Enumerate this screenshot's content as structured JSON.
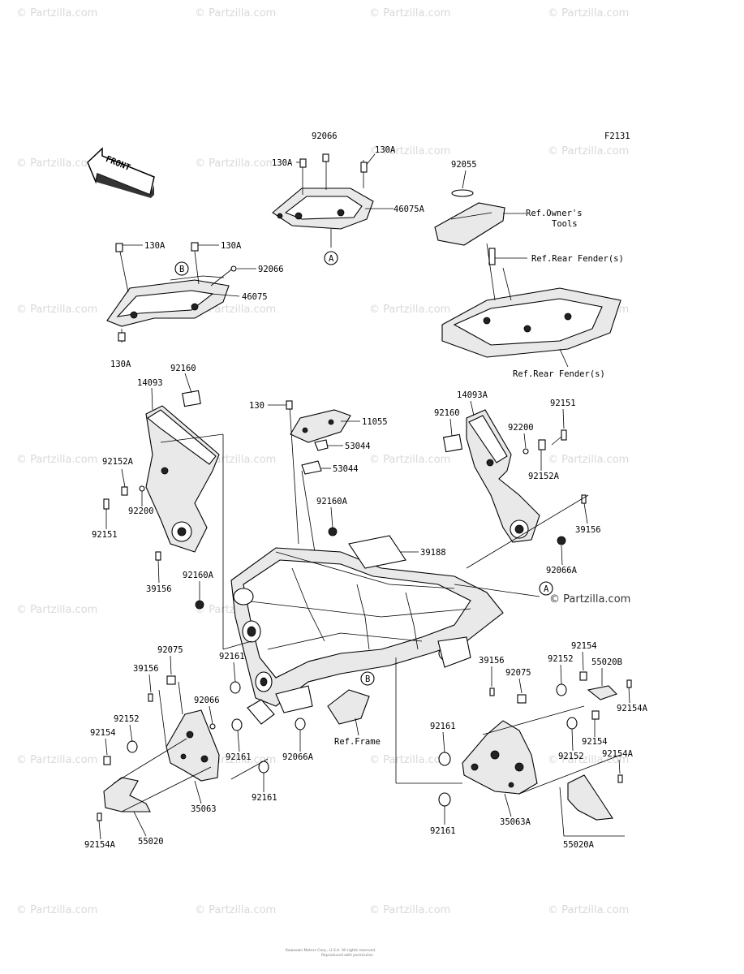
{
  "diagram_code": "F2131",
  "front_label": "FRONT",
  "watermark_text": "© Partzilla.com",
  "main_watermark": "© Partzilla.com",
  "labels": {
    "p92066_top": "92066",
    "p130A_tl": "130A",
    "p130A_tr": "130A",
    "p46075A": "46075A",
    "p92055": "92055",
    "ref_owners_tools_1": "Ref.Owner's",
    "ref_owners_tools_2": "Tools",
    "ref_rear_fender_1": "Ref.Rear Fender(s)",
    "ref_rear_fender_2": "Ref.Rear Fender(s)",
    "p130A_l1": "130A",
    "p130A_l2": "130A",
    "p92066_l": "92066",
    "p46075": "46075",
    "p130A_bot": "130A",
    "p92160_l": "92160",
    "p14093": "14093",
    "p130": "130",
    "p11055": "11055",
    "p53044_1": "53044",
    "p53044_2": "53044",
    "p14093A": "14093A",
    "p92151_r": "92151",
    "p92160_r": "92160",
    "p92200_r": "92200",
    "p92152A_r": "92152A",
    "p92152A_l": "92152A",
    "p92200_l": "92200",
    "p92151_l": "92151",
    "p92160A_c": "92160A",
    "p39156_r": "39156",
    "p39188": "39188",
    "p92066A_r": "92066A",
    "p39156_l": "39156",
    "p92160A_l": "92160A",
    "p92075_l": "92075",
    "p39156_ll": "39156",
    "p92161_c": "92161",
    "p92066_b": "92066",
    "p92152_l": "92152",
    "p92154_l": "92154",
    "p92161_l1": "92161",
    "p92066A_b": "92066A",
    "p35063": "35063",
    "p92161_l2": "92161",
    "p92154A_l": "92154A",
    "p55020": "55020",
    "ref_frame": "Ref.Frame",
    "p39156_rr": "39156",
    "p92075_r": "92075",
    "p92152_r": "92152",
    "p92154_r1": "92154",
    "p55020B": "55020B",
    "p92154A_r1": "92154A",
    "p92161_r1": "92161",
    "p92154_r2": "92154",
    "p92152_r2": "92152",
    "p92154A_r2": "92154A",
    "p35063A": "35063A",
    "p92161_r2": "92161",
    "p55020A": "55020A"
  },
  "callouts": {
    "A": "A",
    "B": "B"
  },
  "footer": {
    "line1": "Kawasaki Motors Corp., U.S.A. All rights reserved.",
    "line2": "Reproduced with permission"
  }
}
